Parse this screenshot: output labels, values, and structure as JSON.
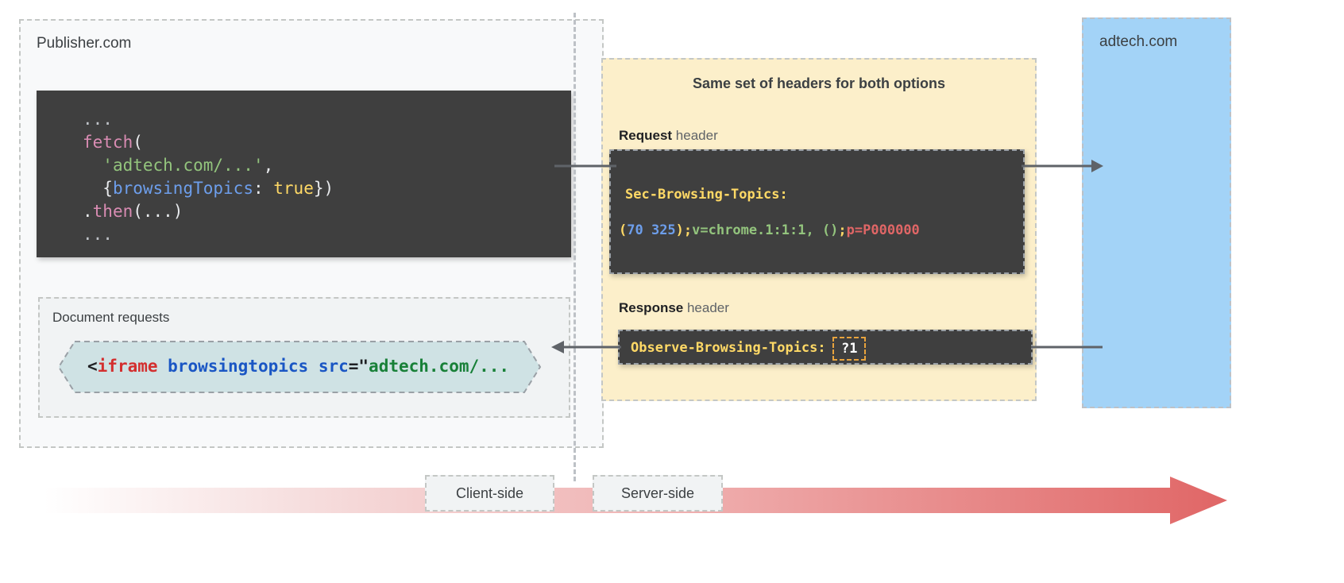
{
  "publisher": {
    "label": "Publisher.com",
    "fetch_code": {
      "line1": "...",
      "line2_fn": "fetch",
      "line2_punc": "(",
      "line3_str": "'adtech.com/...'",
      "line3_punc": ",",
      "line4_open": "{",
      "line4_prop": "browsingTopics",
      "line4_colon": ": ",
      "line4_bool": "true",
      "line4_close": "})",
      "line5_dot": ".",
      "line5_fn": "then",
      "line5_punc": "(...)",
      "line6": "..."
    },
    "document_requests": {
      "label": "Document requests",
      "code_lt": "<",
      "code_tag": "iframe",
      "code_attr1": " browsingtopics",
      "code_attr2": " src",
      "code_eq": "=\"",
      "code_val": "adtech.com/..."
    }
  },
  "headers_panel": {
    "title": "Same set of headers for both options",
    "request_caption_bold": "Request",
    "request_caption_rest": " header",
    "response_caption_bold": "Response",
    "response_caption_rest": " header",
    "request_header": {
      "name": "Sec-Browsing-Topics:",
      "value_open": "(",
      "value_nums": "70 325",
      "value_close": ")",
      "value_semi1": ";",
      "value_version": "v=chrome.1:1:1, ",
      "value_empty": "()",
      "value_semi2": ";",
      "value_p": "p=P000000"
    },
    "response_header": {
      "name": "Observe-Browsing-Topics:",
      "value": "?1"
    }
  },
  "adtech": {
    "label": "adtech.com"
  },
  "timeline": {
    "client_side": "Client-side",
    "server_side": "Server-side"
  },
  "colors": {
    "panel_background": "#f8f9fa",
    "headers_panel_background": "#fcefca",
    "adtech_background": "#a3d3f7",
    "code_background": "#3f3f3f",
    "iframe_chip_background": "#cfe2e4",
    "header_name_yellow": "#ffd966",
    "observe_box_orange": "#e8a33d",
    "timeline_arrow_red": "#e06666",
    "connector_gray": "#5f6368"
  }
}
